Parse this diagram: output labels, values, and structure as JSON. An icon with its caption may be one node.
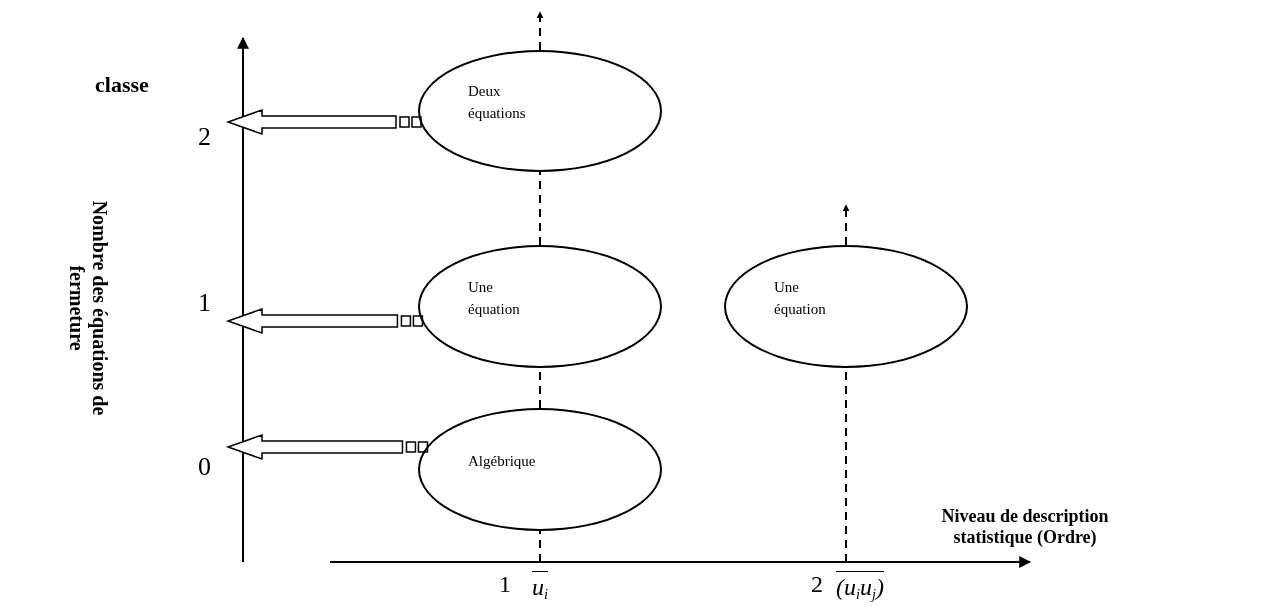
{
  "diagram": {
    "nodes": [
      {
        "text": [
          "Deux équations"
        ]
      },
      {
        "text": [
          "Une équation"
        ]
      },
      {
        "text": [
          "Algébrique"
        ]
      },
      {
        "text": [
          "Une équation"
        ]
      }
    ],
    "edges": [
      {
        "from": 0,
        "to": null,
        "arrow": "to",
        "style": "thick"
      },
      {
        "from": 1,
        "to": null,
        "arrow": "to",
        "style": "thick"
      },
      {
        "from": 2,
        "to": null,
        "arrow": "to",
        "style": "thick"
      },
      {
        "from": 2,
        "to": 1,
        "arrow": "none",
        "style": "dashed"
      },
      {
        "from": 1,
        "to": 0,
        "arrow": "none",
        "style": "dashed"
      },
      {
        "from": 0,
        "to": null,
        "arrow": "to",
        "style": "dashed"
      },
      {
        "from": null,
        "to": 2,
        "arrow": "none",
        "style": "dashed"
      },
      {
        "from": null,
        "to": 3,
        "arrow": "none",
        "style": "dashed"
      },
      {
        "from": 3,
        "to": null,
        "arrow": "to",
        "style": "dashed"
      }
    ],
    "labels": [
      "classe",
      "Nombre des équations de fermeture",
      "2",
      "1",
      "0",
      "Niveau de description statistique (Ordre)",
      "1",
      "u$_{i}$",
      "2",
      "(u$_{i}$u$_{j}$)"
    ]
  }
}
